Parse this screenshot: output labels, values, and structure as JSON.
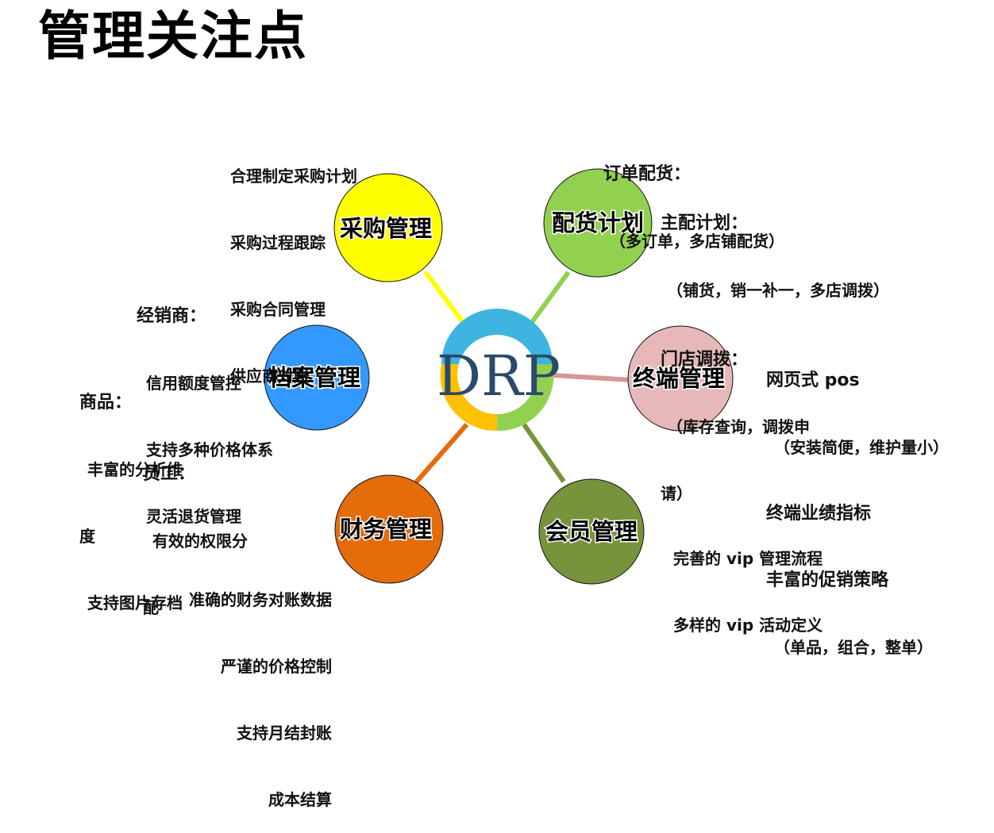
{
  "title": "管理关注点",
  "center": {
    "label": "DRP",
    "colors": [
      "#3db5e0",
      "#92d050",
      "#ffc000"
    ]
  },
  "nodes": [
    {
      "key": "procurement",
      "label": "采购管理",
      "color": "#ffff00",
      "connector_color": "#ffff00"
    },
    {
      "key": "distribution",
      "label": "配货计划",
      "color": "#92d050",
      "connector_color": "#92d050"
    },
    {
      "key": "terminal",
      "label": "终端管理",
      "color": "#e6b8b7",
      "connector_color": "#d99694"
    },
    {
      "key": "member",
      "label": "会员管理",
      "color": "#77933c",
      "connector_color": "#77933c"
    },
    {
      "key": "finance",
      "label": "财务管理",
      "color": "#e46c0a",
      "connector_color": "#e46c0a"
    },
    {
      "key": "archive",
      "label": "档案管理",
      "color": "#3399ff",
      "connector_color": "#3399ff"
    }
  ],
  "notes": {
    "procurement": [
      "合理制定采购计划",
      "采购过程跟踪",
      "采购合同管理",
      "供应商对账"
    ],
    "distribution": [
      "订单配货：",
      "（多订单，多店铺配货）",
      "主配计划：",
      "（铺货，销一补一，多店调拨）",
      "门店调拨：",
      "（库存查询，调拨申",
      "请）"
    ],
    "terminal": [
      "网页式 pos",
      "（安装简便，维护量小）",
      "终端业绩指标",
      "丰富的促销策略",
      "（单品，组合，整单）"
    ],
    "member": [
      "完善的 vip 管理流程",
      "多样的 vip 活动定义"
    ],
    "finance": [
      "准确的财务对账数据",
      "严谨的价格控制",
      "支持月结封账",
      "成本结算"
    ],
    "archive_dealer": [
      "经销商：",
      "信用额度管控",
      "支持多种价格体系",
      "灵活退货管理"
    ],
    "archive_goods": [
      "商品：",
      "丰富的分析维",
      "度",
      "支持图片存档"
    ],
    "archive_staff": [
      "员工：",
      "有效的权限分",
      "配"
    ]
  }
}
